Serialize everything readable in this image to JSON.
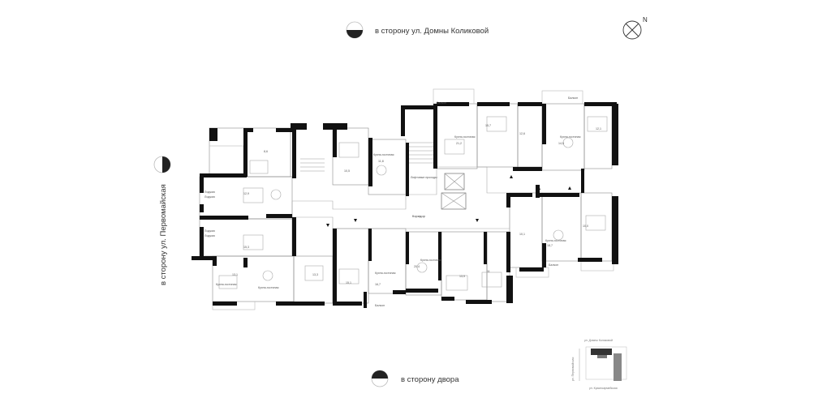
{
  "directions": {
    "north_street": "в сторону ул. Домны Коликовой",
    "yard": "в сторону двора",
    "west_street": "в сторону ул. Первомайская",
    "north_letter": "N"
  },
  "corridor_label": "Коридор",
  "elevator_label": "Лифтовые проходы",
  "room_labels": [
    "Кухня-гостиная",
    "Кухня-гостиная",
    "Кухня-гостиная",
    "Кухня-гостиная",
    "Кухня-гостиная",
    "Кухня-гостиная",
    "Кухня-гостиная",
    "Кухня-гостиная",
    "Балкон",
    "Балкон",
    "Балкон",
    "Балкон",
    "Лоджия",
    "Лоджия"
  ],
  "keyplan": {
    "street_top": "ул. Домны Коликовой",
    "street_left": "ул. Первомайская",
    "street_bottom": "ул. Красноармейская"
  }
}
